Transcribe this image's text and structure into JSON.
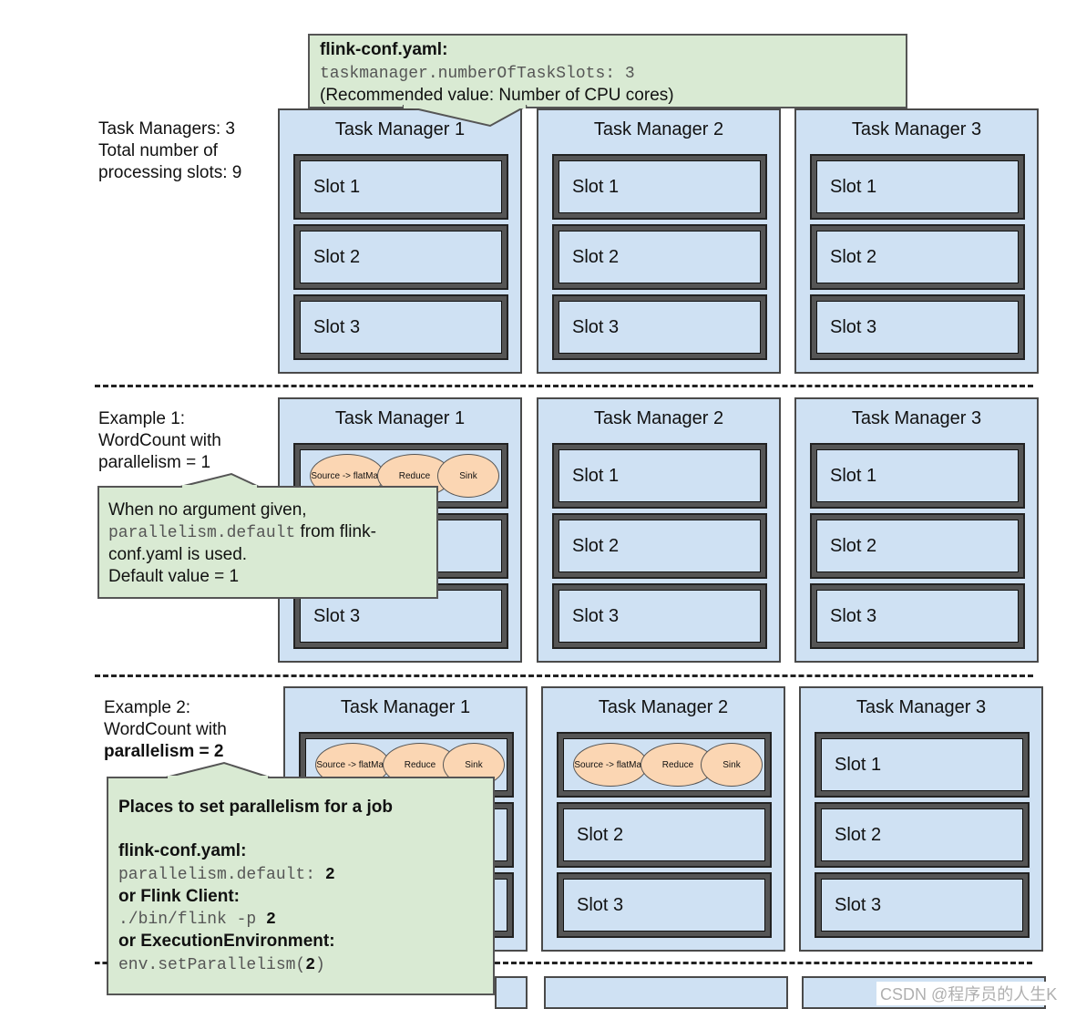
{
  "top_note": {
    "title": "flink-conf.yaml:",
    "config_line": "taskmanager.numberOfTaskSlots: 3",
    "recommendation": "(Recommended value: Number of CPU cores)"
  },
  "sections": [
    {
      "side_label_lines": [
        "Task Managers: 3",
        "Total number of",
        "processing slots: 9"
      ]
    },
    {
      "side_label_lines": [
        "Example 1:",
        "WordCount with",
        "parallelism = 1"
      ]
    },
    {
      "side_label_lines": [
        "Example 2:",
        "WordCount with",
        "parallelism = 2"
      ]
    }
  ],
  "task_manager_titles": [
    "Task Manager 1",
    "Task Manager 2",
    "Task Manager 3"
  ],
  "slot_labels": [
    "Slot 1",
    "Slot 2",
    "Slot 3"
  ],
  "operators": [
    "Source -> flatMap",
    "Reduce",
    "Sink"
  ],
  "note_example1": {
    "line1": "When no argument given,",
    "code": "parallelism.default",
    "line2_rest": " from flink-",
    "line3": "conf.yaml is used.",
    "line4": "Default value = 1"
  },
  "note_example2": {
    "heading": "Places to set parallelism for a job",
    "label1": "flink-conf.yaml:",
    "code1": "parallelism.default: ",
    "code1_value": "2",
    "label2": "or Flink Client:",
    "code2": "./bin/flink -p ",
    "code2_value": "2",
    "label3": "or ExecutionEnvironment:",
    "code3a": "env.setParallelism(",
    "code3_value": "2",
    "code3b": ")"
  },
  "watermark": "CSDN @程序员的人生K",
  "colors": {
    "task_manager_fill": "#cfe1f3",
    "note_fill": "#d9ead3",
    "operator_fill": "#fbd6b3"
  }
}
